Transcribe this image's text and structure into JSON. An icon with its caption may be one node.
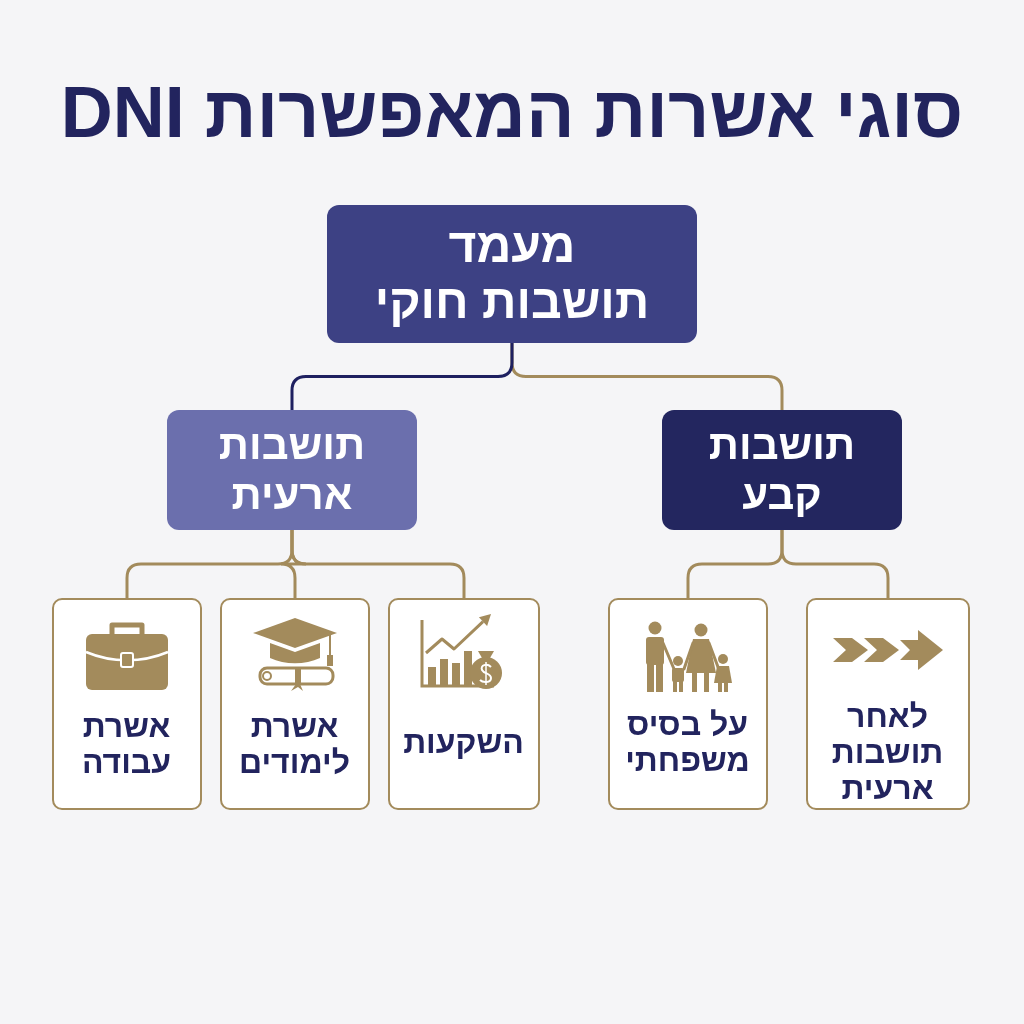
{
  "diagram": {
    "title": "סוגי אשרות המאפשרות DNI",
    "nodes": [
      {
        "text": [
          "מעמד תושבות חוקי"
        ]
      },
      {
        "text": [
          "תושבות קבע"
        ]
      },
      {
        "text": [
          "תושבות ארעית"
        ]
      },
      {
        "text": [
          "לאחר תושבות ארעית"
        ]
      },
      {
        "text": [
          "על בסיס משפחתי"
        ]
      },
      {
        "text": [
          "השקעות"
        ]
      },
      {
        "text": [
          "אשרת לימודים"
        ]
      },
      {
        "text": [
          "אשרת עבודה"
        ]
      }
    ],
    "edges": [
      {
        "from": 0,
        "to": 1,
        "arrow": "none"
      },
      {
        "from": 0,
        "to": 2,
        "arrow": "none",
        "color": "#1e2060"
      },
      {
        "from": 1,
        "to": 3,
        "arrow": "none"
      },
      {
        "from": 1,
        "to": 4,
        "arrow": "none"
      },
      {
        "from": 2,
        "to": 5,
        "arrow": "none"
      },
      {
        "from": 2,
        "to": 6,
        "arrow": "none"
      },
      {
        "from": 2,
        "to": 7,
        "arrow": "none"
      }
    ]
  }
}
